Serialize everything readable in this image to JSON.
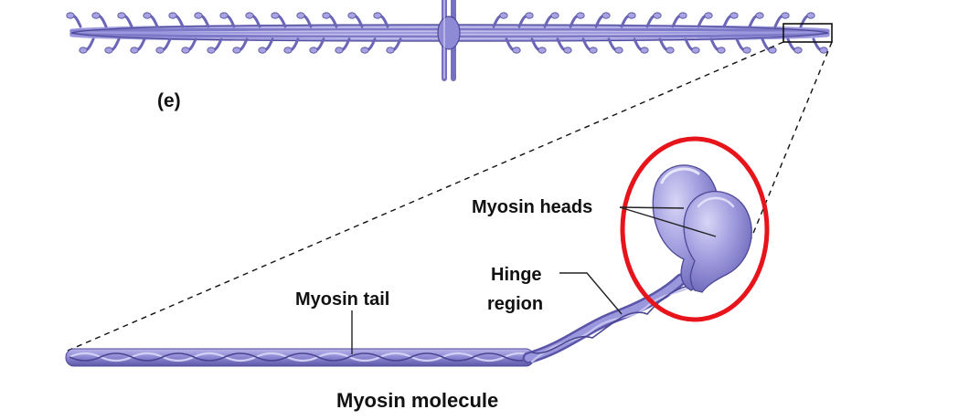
{
  "panel_label": "(e)",
  "labels": {
    "heads": "Myosin heads",
    "hinge_line1": "Hinge",
    "hinge_line2": "region",
    "tail": "Myosin tail"
  },
  "caption": "Myosin molecule",
  "colors": {
    "myosin_fill": "#8f8ad6",
    "myosin_dark": "#5a55a8",
    "myosin_light": "#c9c6f0",
    "highlight_ring": "#e8141c",
    "leader_line": "#222222"
  }
}
